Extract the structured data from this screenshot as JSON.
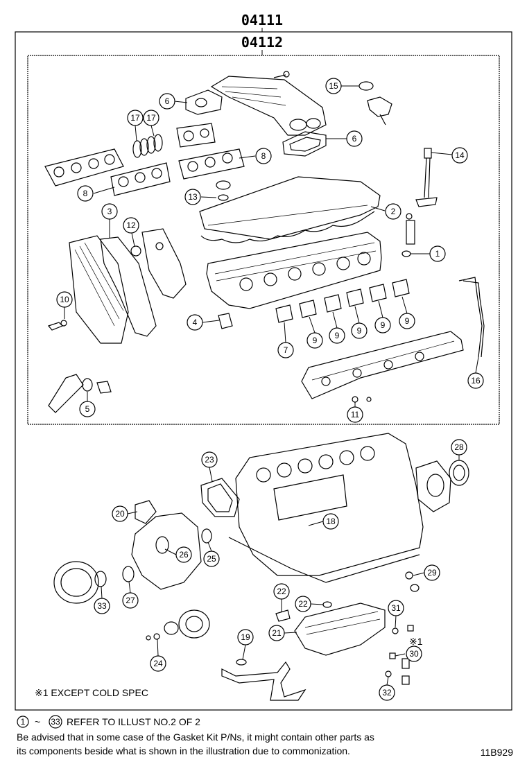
{
  "header": {
    "outer_code": "04111",
    "inner_code": "04112"
  },
  "callouts": [
    {
      "id": "c15",
      "label": "15"
    },
    {
      "id": "c6a",
      "label": "6"
    },
    {
      "id": "c17a",
      "label": "17"
    },
    {
      "id": "c17b",
      "label": "17"
    },
    {
      "id": "c6b",
      "label": "6"
    },
    {
      "id": "c14",
      "label": "14"
    },
    {
      "id": "c8a",
      "label": "8"
    },
    {
      "id": "c8b",
      "label": "8"
    },
    {
      "id": "c13",
      "label": "13"
    },
    {
      "id": "c3",
      "label": "3"
    },
    {
      "id": "c2",
      "label": "2"
    },
    {
      "id": "c12",
      "label": "12"
    },
    {
      "id": "c1",
      "label": "1"
    },
    {
      "id": "c10",
      "label": "10"
    },
    {
      "id": "c4",
      "label": "4"
    },
    {
      "id": "c9a",
      "label": "9"
    },
    {
      "id": "c9b",
      "label": "9"
    },
    {
      "id": "c9c",
      "label": "9"
    },
    {
      "id": "c9d",
      "label": "9"
    },
    {
      "id": "c9e",
      "label": "9"
    },
    {
      "id": "c7",
      "label": "7"
    },
    {
      "id": "c5",
      "label": "5"
    },
    {
      "id": "c16",
      "label": "16"
    },
    {
      "id": "c11",
      "label": "11"
    },
    {
      "id": "c23",
      "label": "23"
    },
    {
      "id": "c28",
      "label": "28"
    },
    {
      "id": "c20",
      "label": "20"
    },
    {
      "id": "c18",
      "label": "18"
    },
    {
      "id": "c26",
      "label": "26"
    },
    {
      "id": "c25",
      "label": "25"
    },
    {
      "id": "c29",
      "label": "29"
    },
    {
      "id": "c33",
      "label": "33"
    },
    {
      "id": "c27",
      "label": "27"
    },
    {
      "id": "c22a",
      "label": "22"
    },
    {
      "id": "c22b",
      "label": "22"
    },
    {
      "id": "c31",
      "label": "31"
    },
    {
      "id": "c21",
      "label": "21"
    },
    {
      "id": "c19",
      "label": "19"
    },
    {
      "id": "c24",
      "label": "24"
    },
    {
      "id": "c30",
      "label": "30"
    },
    {
      "id": "c32",
      "label": "32"
    }
  ],
  "mark_note": "※1",
  "inner_note": "※1 EXCEPT COLD SPEC",
  "footer": {
    "range_start": "1",
    "range_end": "33",
    "range_sep": "~",
    "refer_text": "REFER TO ILLUST NO.2 OF 2",
    "advisory_line1": "Be advised that in some case of the Gasket Kit P/Ns,  it might contain other parts as",
    "advisory_line2": "its components beside what is shown in the illustration due to commonization.",
    "illustration_id": "11B929"
  }
}
